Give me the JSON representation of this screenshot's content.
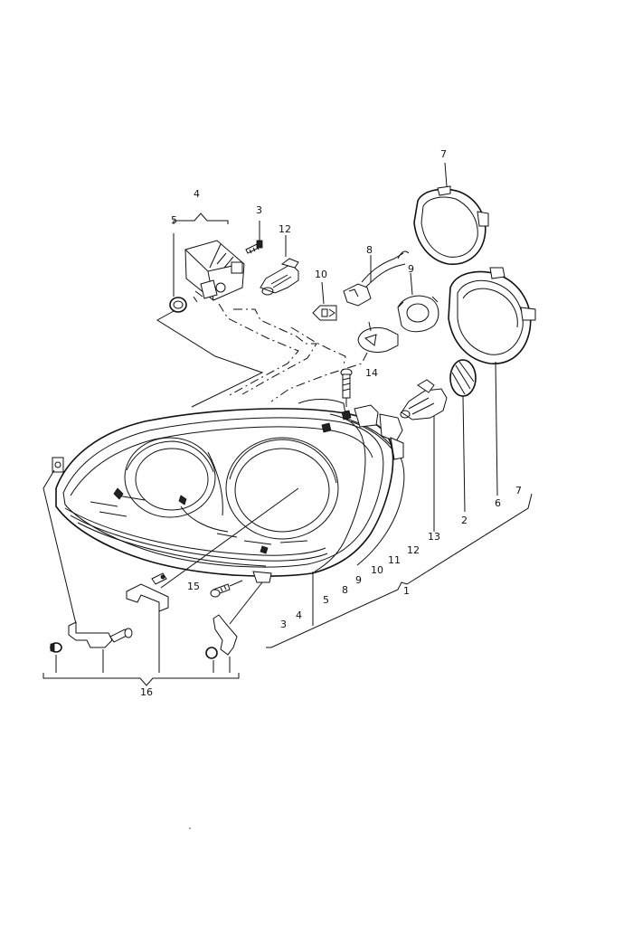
{
  "callouts": {
    "c1": "1",
    "c2": "2",
    "c3_top": "3",
    "c3_bottom": "3",
    "c4_top": "4",
    "c4_bottom": "4",
    "c5_top": "5",
    "c5_bottom": "5",
    "c6": "6",
    "c7_top": "7",
    "c7_bottom": "7",
    "c8_top": "8",
    "c8_bottom": "8",
    "c9_top": "9",
    "c9_bottom": "9",
    "c10_top": "10",
    "c10_bottom": "10",
    "c11": "11",
    "c12_top": "12",
    "c12_bottom": "12",
    "c13": "13",
    "c14": "14",
    "c15": "15",
    "c16": "16"
  },
  "colors": {
    "line": "#111111",
    "background": "#ffffff"
  }
}
